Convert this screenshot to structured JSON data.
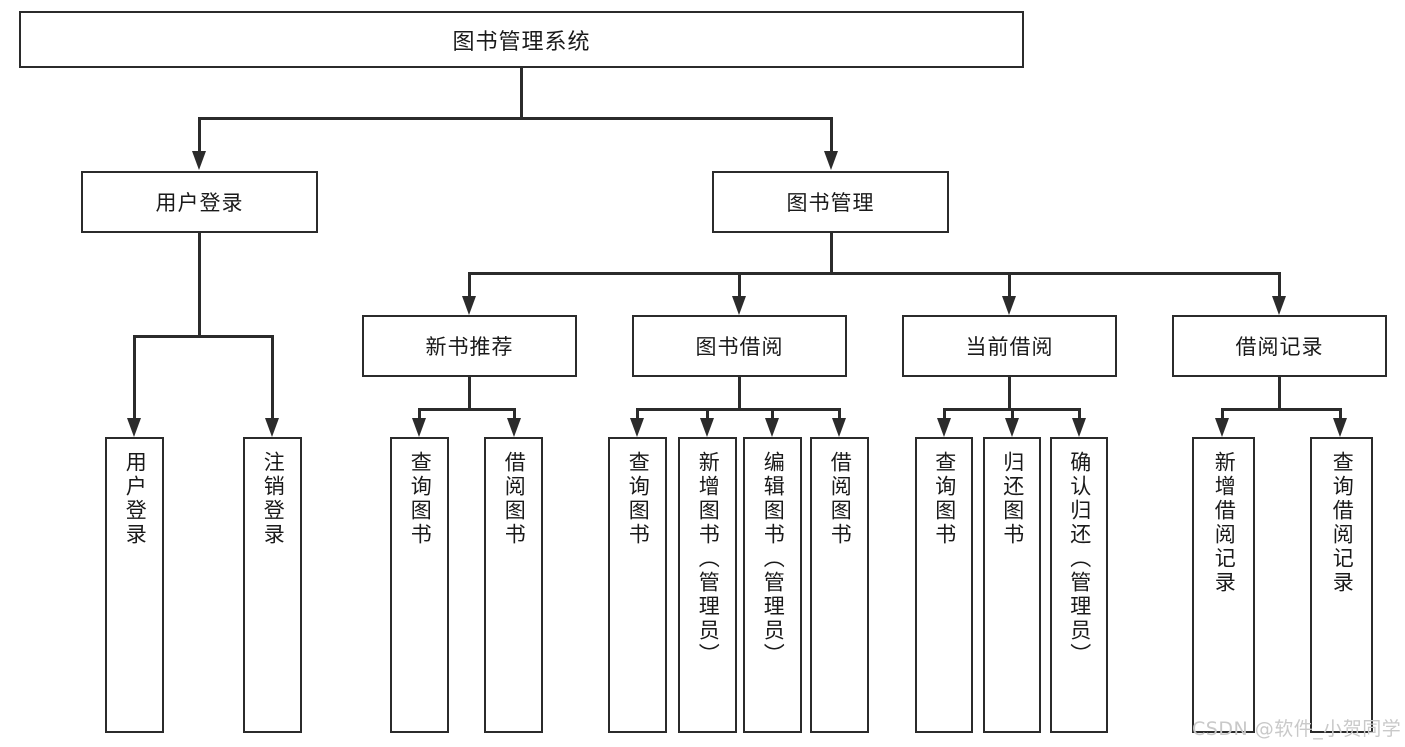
{
  "diagram": {
    "type": "tree-hierarchy",
    "title": "图书管理系统",
    "watermark": "CSDN @软件_小贺同学",
    "colors": {
      "stroke": "#2b2b2b",
      "fill": "#ffffff",
      "text": "#1a1a1a",
      "watermark": "#c9c9c9"
    },
    "levels": {
      "root": {
        "label": "图书管理系统"
      },
      "level2": [
        {
          "label": "用户登录"
        },
        {
          "label": "图书管理"
        }
      ],
      "level3": [
        {
          "label": "新书推荐"
        },
        {
          "label": "图书借阅"
        },
        {
          "label": "当前借阅"
        },
        {
          "label": "借阅记录"
        }
      ],
      "leaves": {
        "user_login": [
          {
            "label": "用户登录"
          },
          {
            "label": "注销登录"
          }
        ],
        "new_book": [
          {
            "label": "查询图书"
          },
          {
            "label": "借阅图书"
          }
        ],
        "book_borrow": [
          {
            "label": "查询图书"
          },
          {
            "label": "新增图书（管理员）"
          },
          {
            "label": "编辑图书（管理员）"
          },
          {
            "label": "借阅图书"
          }
        ],
        "current_borrow": [
          {
            "label": "查询图书"
          },
          {
            "label": "归还图书"
          },
          {
            "label": "确认归还（管理员）"
          }
        ],
        "borrow_record": [
          {
            "label": "新增借阅记录"
          },
          {
            "label": "查询借阅记录"
          }
        ]
      }
    }
  }
}
